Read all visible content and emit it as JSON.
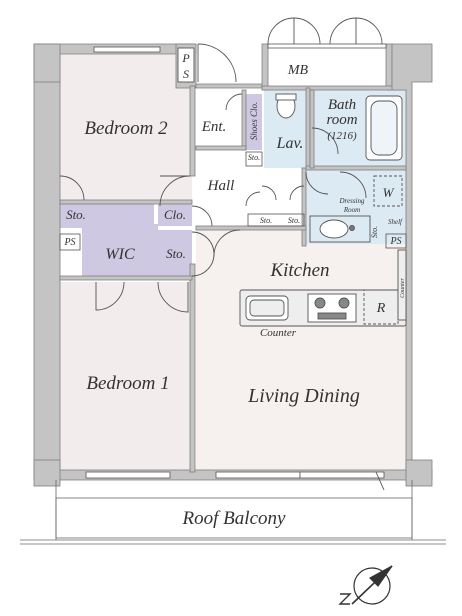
{
  "rooms": {
    "bedroom2": "Bedroom 2",
    "bedroom1": "Bedroom 1",
    "entrance": "Ent.",
    "hall": "Hall",
    "kitchen": "Kitchen",
    "living_dining": "Living Dining",
    "bathroom_line1": "Bath",
    "bathroom_line2": "room",
    "bath_size": "(1216)",
    "lavatory": "Lav.",
    "dressing_line1": "Dressing",
    "dressing_line2": "Room",
    "wic": "WIC",
    "roof_balcony": "Roof Balcony"
  },
  "fixtures": {
    "ps_top_p": "P",
    "ps_top_s": "S",
    "mb": "MB",
    "shoes_closet": "Shoes Clo.",
    "storage_short": "Sto.",
    "closet": "Clo.",
    "ps_side": "PS",
    "washer": "W",
    "shelf": "Shelf",
    "counter_main": "Counter",
    "counter_side": "Counter",
    "fridge": "R"
  },
  "colors": {
    "wall": "#c4c4c4",
    "wall_stroke": "#7f7f7f",
    "bedroom_floor": "#f3ecec",
    "living_floor": "#f6f0ef",
    "wet_floor": "#dceaf3",
    "wic_floor": "#cfc8e2",
    "line": "#555555"
  }
}
